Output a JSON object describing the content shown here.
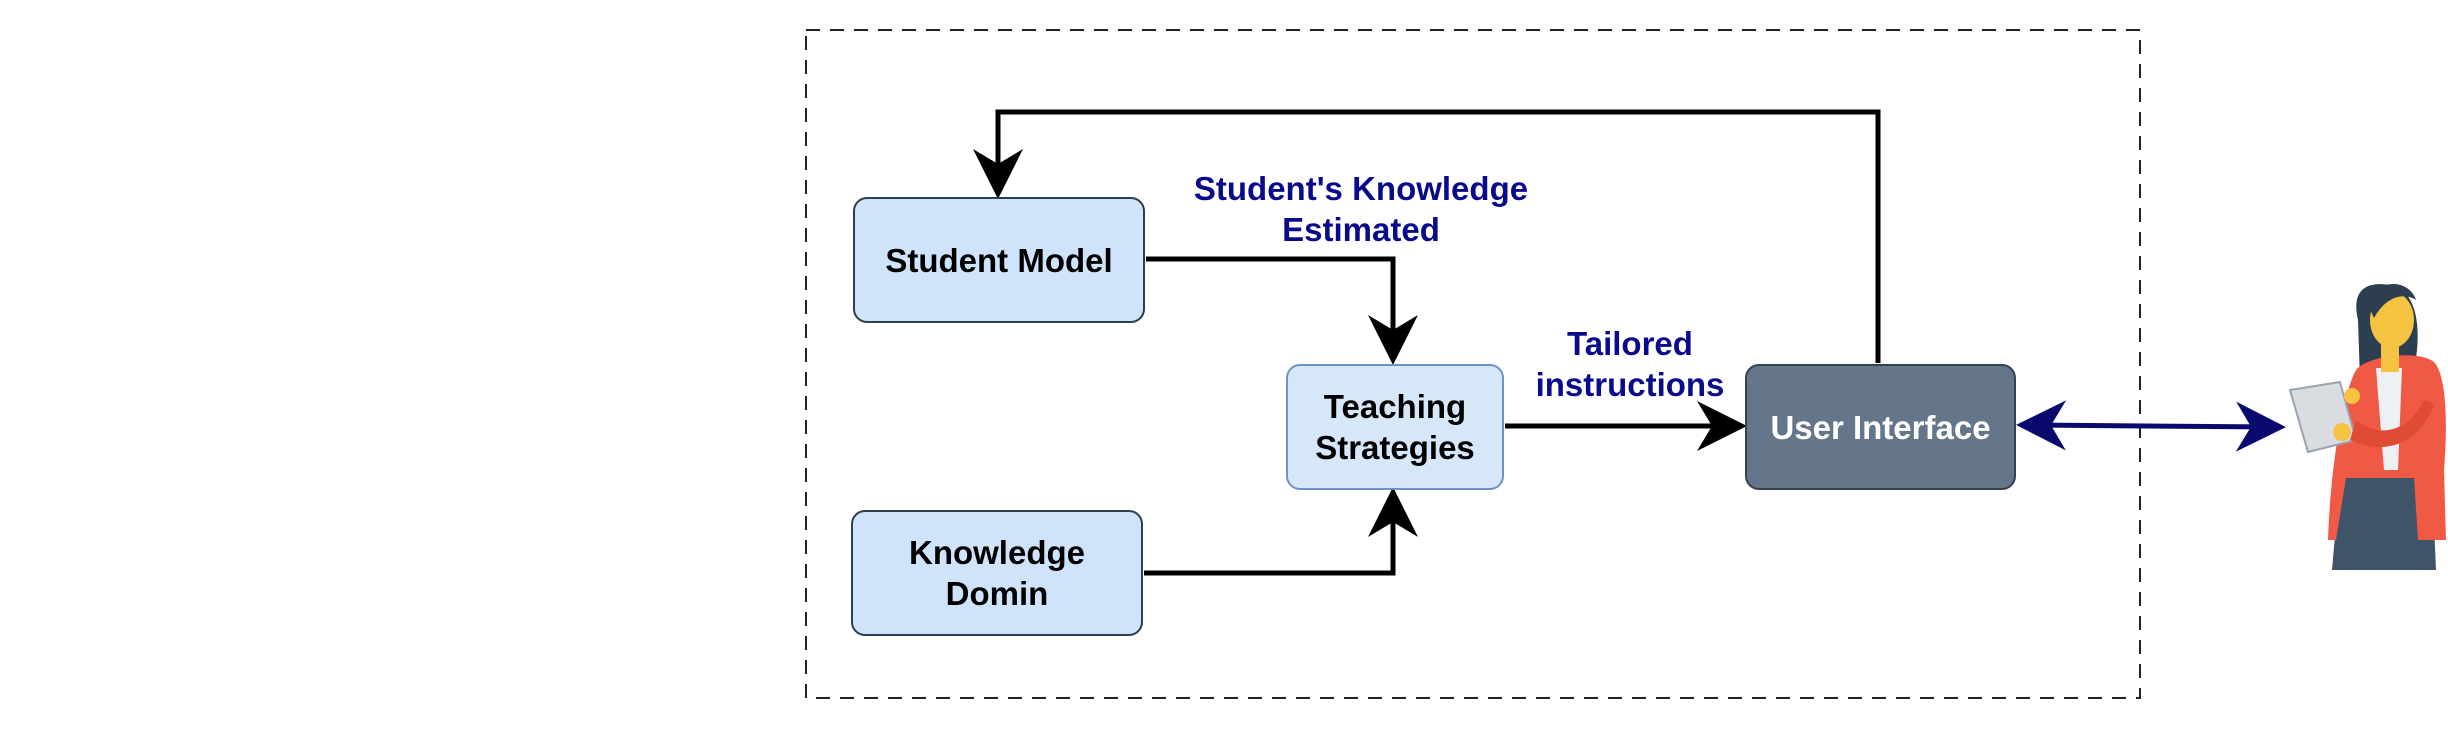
{
  "diagram": {
    "nodes": {
      "student_model": "Student Model",
      "knowledge_domain": "Knowledge\nDomin",
      "teaching_strategies": "Teaching\nStrategies",
      "user_interface": "User Interface"
    },
    "edge_labels": {
      "knowledge_estimated": "Student's Knowledge\nEstimated",
      "tailored_instructions": "Tailored\ninstructions"
    },
    "colors": {
      "node_fill": "#cfe4fb",
      "ui_fill": "#66768a",
      "edge_label": "#0a0a8c",
      "arrow": "#000000",
      "user_arrow": "#0a0a6e"
    },
    "icons": {
      "user": "woman-with-tablet-icon"
    }
  }
}
